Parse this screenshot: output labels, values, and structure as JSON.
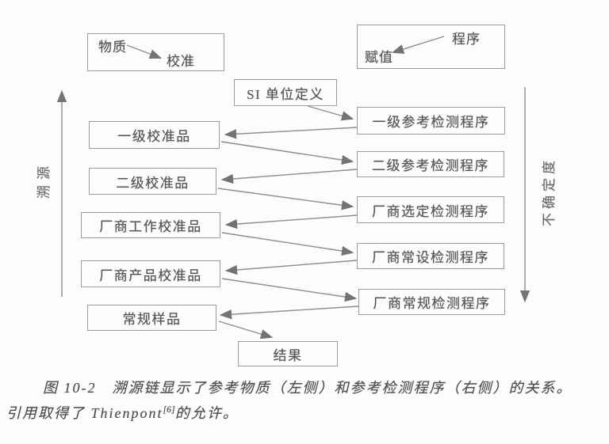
{
  "colors": {
    "background": "#fcfcfa",
    "line": "#8d8d8d",
    "arrowhead": "#737373",
    "box_border": "#9b9b9b",
    "text": "#565656",
    "caption_text": "#4d4d4d"
  },
  "diagram": {
    "material_legend": {
      "top_label": "物质",
      "bottom_label": "校准"
    },
    "procedure_legend": {
      "top_label": "程序",
      "bottom_label": "赋值"
    },
    "si_box": {
      "label": "SI 单位定义"
    },
    "left_column": [
      "一级校准品",
      "二级校准品",
      "厂商工作校准品",
      "厂商产品校准品",
      "常规样品"
    ],
    "right_column": [
      "一级参考检测程序",
      "二级参考检测程序",
      "厂商选定检测程序",
      "厂商常设检测程序",
      "厂商常规检测程序"
    ],
    "result_box": {
      "label": "结果"
    },
    "left_axis": {
      "label": "溯源"
    },
    "right_axis": {
      "label": "不确定度"
    }
  },
  "caption": {
    "line1": "图 10-2　溯源链显示了参考物质（左侧）和参考检测程序（右侧）的关系。",
    "line2_before_ref": "引用取得了 Thienpont",
    "line2_ref": "[6]",
    "line2_after_ref": "的允许。"
  }
}
